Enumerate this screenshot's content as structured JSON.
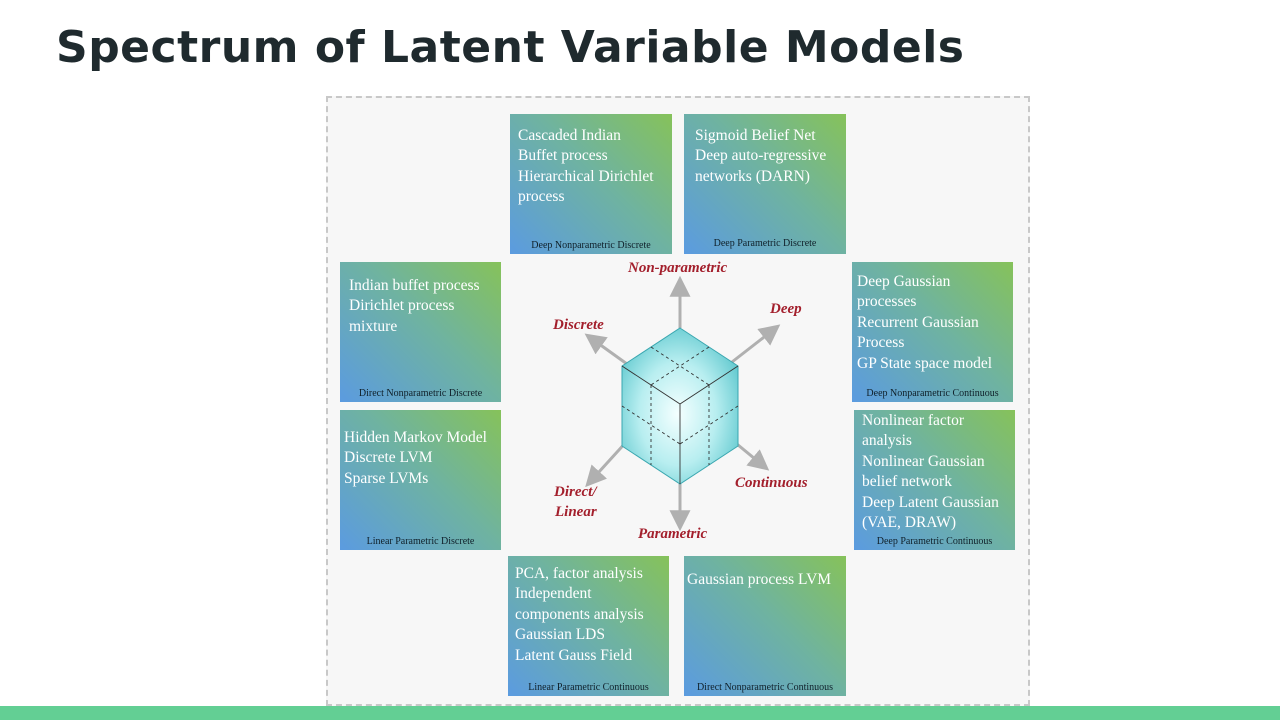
{
  "title": "Spectrum of Latent Variable Models",
  "boxes": [
    {
      "lines": [
        "Cascaded Indian",
        "Buffet process",
        "Hierarchical Dirichlet",
        "process"
      ],
      "caption": "Deep Nonparametric Discrete"
    },
    {
      "lines": [
        "Sigmoid Belief Net",
        "Deep auto-regressive",
        "networks (DARN)"
      ],
      "caption": "Deep Parametric Discrete"
    },
    {
      "lines": [
        "Indian buffet process",
        "Dirichlet process",
        "mixture"
      ],
      "caption": "Direct Nonparametric Discrete"
    },
    {
      "lines": [
        "Deep Gaussian",
        "processes",
        "Recurrent Gaussian",
        "Process",
        "GP State space model"
      ],
      "caption": "Deep Nonparametric Continuous"
    },
    {
      "lines": [
        "Hidden Markov Model",
        "Discrete LVM",
        "Sparse LVMs"
      ],
      "caption": "Linear Parametric Discrete"
    },
    {
      "lines": [
        "Nonlinear factor",
        "analysis",
        "Nonlinear Gaussian",
        "belief network",
        "Deep Latent Gaussian",
        "(VAE, DRAW)"
      ],
      "caption": "Deep Parametric Continuous"
    },
    {
      "lines": [
        "PCA, factor analysis",
        "Independent",
        "components analysis",
        "Gaussian LDS",
        "Latent Gauss Field"
      ],
      "caption": "Linear Parametric Continuous"
    },
    {
      "lines": [
        "Gaussian process LVM"
      ],
      "caption": "Direct Nonparametric Continuous"
    }
  ],
  "axes": {
    "non_parametric": "Non-parametric",
    "deep": "Deep",
    "discrete": "Discrete",
    "continuous": "Continuous",
    "direct_linear_1": "Direct/",
    "direct_linear_2": "Linear",
    "parametric": "Parametric"
  },
  "colors": {
    "title": "#1f2a2e",
    "axis_label": "#a31f2c",
    "box_gradient": [
      "#5b9be0",
      "#6fb3a0",
      "#86c25a"
    ],
    "bottom_bar": "#63cf94",
    "cube": "#9fe0e3"
  }
}
